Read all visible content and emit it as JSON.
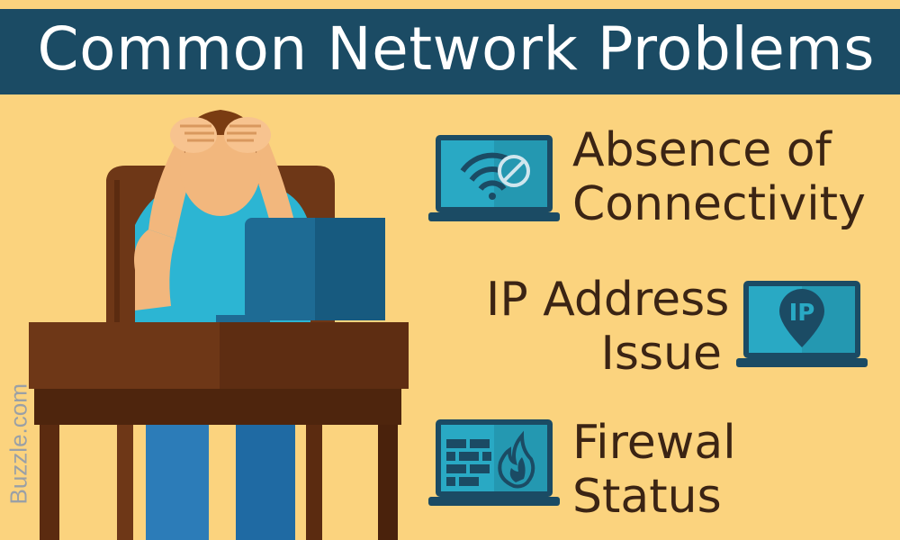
{
  "title": "Common Network Problems",
  "problems": [
    {
      "line1": "Absence of",
      "line2": "Connectivity",
      "icon": "wifi-blocked-icon"
    },
    {
      "line1": "IP Address",
      "line2": "Issue",
      "icon": "ip-location-pin-icon"
    },
    {
      "line1": "Firewal",
      "line2": "Status",
      "icon": "firewall-flame-icon"
    }
  ],
  "watermark": "Buzzle.com",
  "colors": {
    "background": "#fbd37e",
    "banner": "#1b4b64",
    "laptop_screen": "#29a9c4",
    "text": "#3b2414"
  }
}
